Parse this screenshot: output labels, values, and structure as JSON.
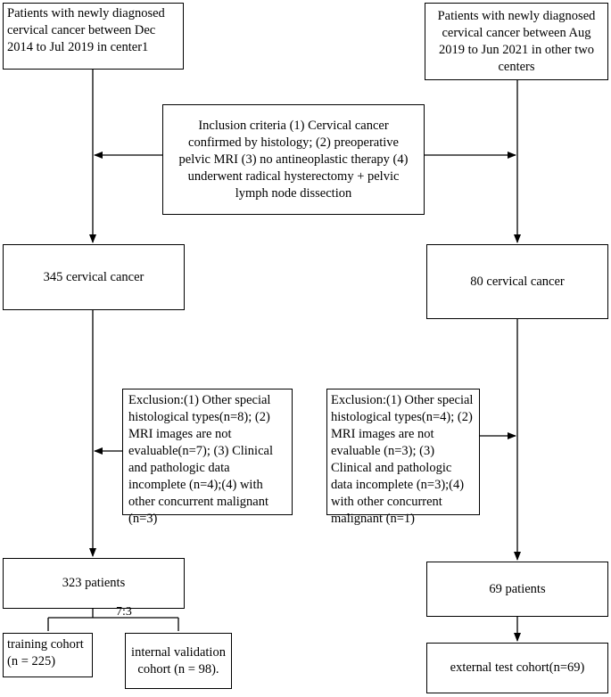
{
  "boxes": {
    "src_left": "Patients with newly diagnosed cervical cancer between Dec 2014 to Jul 2019 in center1",
    "src_right": "Patients with newly diagnosed cervical cancer between Aug 2019 to Jun 2021 in  other two centers",
    "inclusion": "Inclusion criteria (1) Cervical cancer confirmed by histology; (2) preoperative pelvic MRI (3) no antineoplastic therapy (4) underwent radical hysterectomy + pelvic lymph node dissection",
    "left_count": "345 cervical cancer",
    "right_count": "80 cervical cancer",
    "excl_left": "Exclusion:(1) Other special histological types(n=8); (2) MRI images are not evaluable(n=7);  (3) Clinical and pathologic data incomplete (n=4);(4) with other concurrent malignant (n=3)",
    "excl_right": "Exclusion:(1) Other special histological types(n=4); (2) MRI images are not evaluable (n=3);  (3) Clinical and pathologic data  incomplete (n=3);(4) with other concurrent malignant (n=1)",
    "left_final": "323 patients",
    "right_final": "69 patients",
    "training": "training cohort (n = 225)",
    "internal_val": "internal validation cohort (n = 98).",
    "external_test": "external test cohort(n=69)"
  },
  "split_ratio": "7:3"
}
